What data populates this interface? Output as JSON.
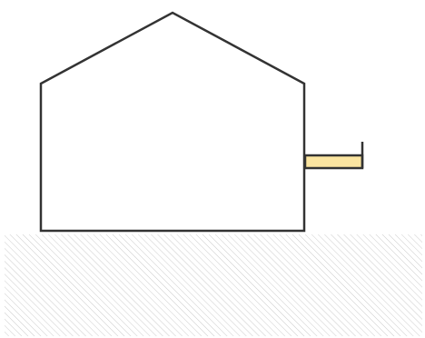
{
  "colors": {
    "background": "#ffffff",
    "outline": "#333333",
    "ground_hatch": "#cccccc",
    "balcony_fill": "#fbe5a0"
  },
  "elements": {
    "house": "house-outline",
    "balcony": "balcony-slab",
    "railing": "balcony-railing",
    "ground": "hatched-ground"
  }
}
